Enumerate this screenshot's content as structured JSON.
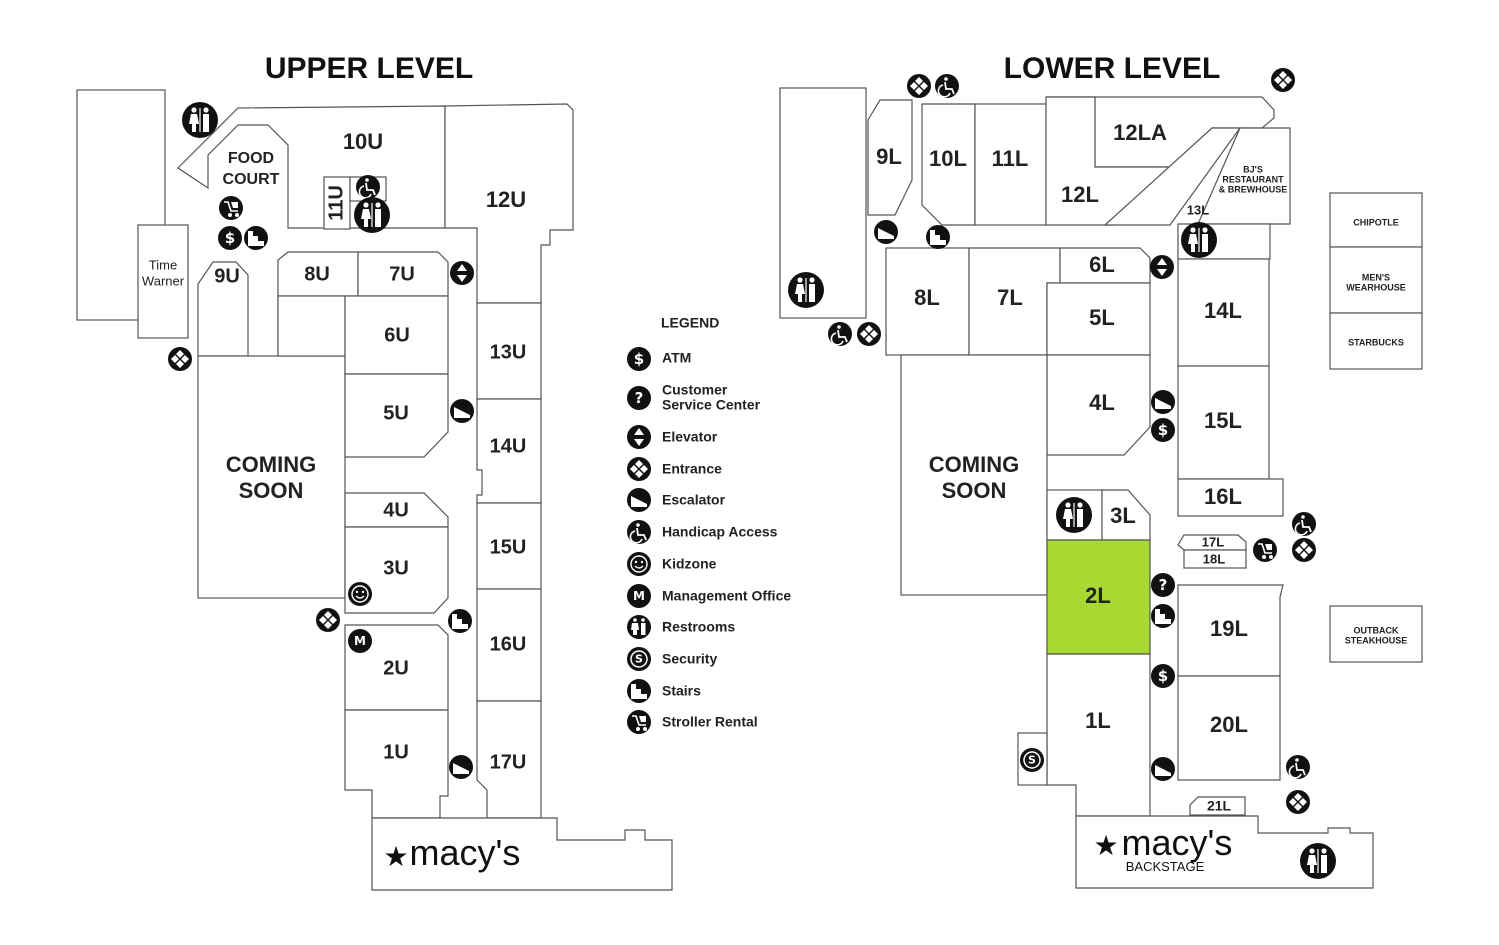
{
  "titles": {
    "upper": "UPPER LEVEL",
    "lower": "LOWER LEVEL"
  },
  "upper": {
    "food_court": [
      "FOOD",
      "COURT"
    ],
    "time_warner": [
      "Time",
      "Warner"
    ],
    "coming_soon": [
      "COMING",
      "SOON"
    ],
    "units": [
      "10U",
      "11U",
      "12U",
      "9U",
      "8U",
      "7U",
      "6U",
      "5U",
      "4U",
      "3U",
      "2U",
      "1U",
      "13U",
      "14U",
      "15U",
      "16U",
      "17U"
    ],
    "anchor": "macy's"
  },
  "lower": {
    "coming_soon": [
      "COMING",
      "SOON"
    ],
    "bjs": [
      "BJ'S",
      "RESTAURANT",
      "& BREWHOUSE"
    ],
    "units": [
      "9L",
      "10L",
      "11L",
      "12LA",
      "12L",
      "13L",
      "8L",
      "7L",
      "6L",
      "5L",
      "4L",
      "3L",
      "2L",
      "1L",
      "14L",
      "15L",
      "16L",
      "17L",
      "18L",
      "19L",
      "20L",
      "21L"
    ],
    "highlight": "2L",
    "outparcels": [
      "CHIPOTLE",
      [
        "MEN'S",
        "WEARHOUSE"
      ],
      "STARBUCKS",
      [
        "OUTBACK",
        "STEAKHOUSE"
      ]
    ],
    "anchor": "macy's",
    "anchor_sub": "BACKSTAGE"
  },
  "legend": {
    "title": "LEGEND",
    "items": [
      {
        "icon": "atm-icon",
        "label": [
          "ATM"
        ]
      },
      {
        "icon": "customer-service-icon",
        "label": [
          "Customer",
          "Service Center"
        ]
      },
      {
        "icon": "elevator-icon",
        "label": [
          "Elevator"
        ]
      },
      {
        "icon": "entrance-icon",
        "label": [
          "Entrance"
        ]
      },
      {
        "icon": "escalator-icon",
        "label": [
          "Escalator"
        ]
      },
      {
        "icon": "handicap-icon",
        "label": [
          "Handicap Access"
        ]
      },
      {
        "icon": "kidzone-icon",
        "label": [
          "Kidzone"
        ]
      },
      {
        "icon": "management-office-icon",
        "label": [
          "Management Office"
        ]
      },
      {
        "icon": "restrooms-icon",
        "label": [
          "Restrooms"
        ]
      },
      {
        "icon": "security-icon",
        "label": [
          "Security"
        ]
      },
      {
        "icon": "stairs-icon",
        "label": [
          "Stairs"
        ]
      },
      {
        "icon": "stroller-icon",
        "label": [
          "Stroller Rental"
        ]
      }
    ]
  },
  "colors": {
    "highlight": "#a8d932",
    "wall": "#555555",
    "icon": "#111111"
  }
}
